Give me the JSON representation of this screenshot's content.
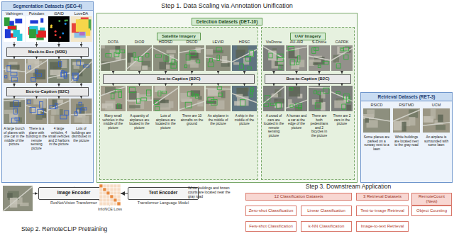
{
  "diagram": {
    "title": "Step 1. Data Scaling via Annotation Unification",
    "nodes": [
      {
        "text": [
          "Segmentation Datasets (SEG-4)"
        ]
      },
      {
        "text": [
          "Mask-to-Box (M2B)"
        ],
        "in": 0
      },
      {
        "text": [
          "Box-to-Caption (B2C)"
        ],
        "in": 0
      },
      {
        "text": [
          "Detection Datasets (DET-10)"
        ]
      },
      {
        "text": [
          "Satellite Imagery"
        ],
        "in": 3
      },
      {
        "text": [
          "Box-to-Caption (B2C)"
        ],
        "in": 4
      },
      {
        "text": [
          "UAV Imagery"
        ],
        "in": 3
      },
      {
        "text": [
          "Box-to-Caption (B2C)"
        ],
        "in": 6
      },
      {
        "text": [
          "Retrieval Datasets (RET-3)"
        ]
      },
      {
        "text": [
          "Image Encoder",
          "ResNet/Vision Transformer"
        ]
      },
      {
        "text": [
          "InfoNCE Loss"
        ]
      },
      {
        "text": [
          "Text Encoder",
          "Transformer Language Model"
        ]
      },
      {
        "text": [
          "12 Classification Datasets"
        ]
      },
      {
        "text": [
          "Zero-shot Classification"
        ]
      },
      {
        "text": [
          "Linear Classification"
        ]
      },
      {
        "text": [
          "Few-shot Classification"
        ]
      },
      {
        "text": [
          "k-NN Classification"
        ]
      },
      {
        "text": [
          "3 Retrieval Datasets"
        ]
      },
      {
        "text": [
          "Text-to-image Retrieval"
        ]
      },
      {
        "text": [
          "Image-to-text Retrieval"
        ]
      },
      {
        "text": [
          "RemoteCount (New)"
        ]
      },
      {
        "text": [
          "Object Counting"
        ]
      }
    ],
    "edges": [
      {
        "from": 9,
        "to": 10,
        "arrow": "to"
      },
      {
        "from": 11,
        "to": 10,
        "arrow": "to"
      }
    ],
    "labels": [
      "Step 2. RemoteCLIP Pretraining",
      "Step 3. Downstream Application",
      "Vaihingen",
      "Potsdam",
      "iSAID",
      "LoveDA",
      "A large bunch of planes with one car in the middle of the picture",
      "There is a plane with building in the remote sensing picture",
      "4 large vehicles, 4 small vehicles and 2 harbors in the picture",
      "Lots of buildings are distributed in the picture",
      "DOTA",
      "DIOR",
      "HRRSD",
      "RSOD",
      "LEVIR",
      "HRSC",
      "Many small vehicles in the middle of the picture",
      "A quantity of airplanes are located in the picture",
      "Lots of airplanes are located in the picture",
      "There are 10 aircrafts on the ground",
      "An airplane in the middle of the picture",
      "A ship in the middle of the picture",
      "VisDrone",
      "AU-AIR",
      "S-Drone",
      "CAPRK",
      "A crowd of cars are located in the remote sensing picture",
      "A human and a car at the edge of the picture",
      "There are both pedestrians and 2 bicycles in the picture",
      "There are 2 cars in the picture",
      "RSICD",
      "RSITMD",
      "UCM",
      "Some planes are parked on a runway next to a lawn",
      "White buildings are located next to the gray road",
      "An airplane is surrounded with some lawn",
      "White buildings and brown courts are located near the gray road"
    ]
  }
}
